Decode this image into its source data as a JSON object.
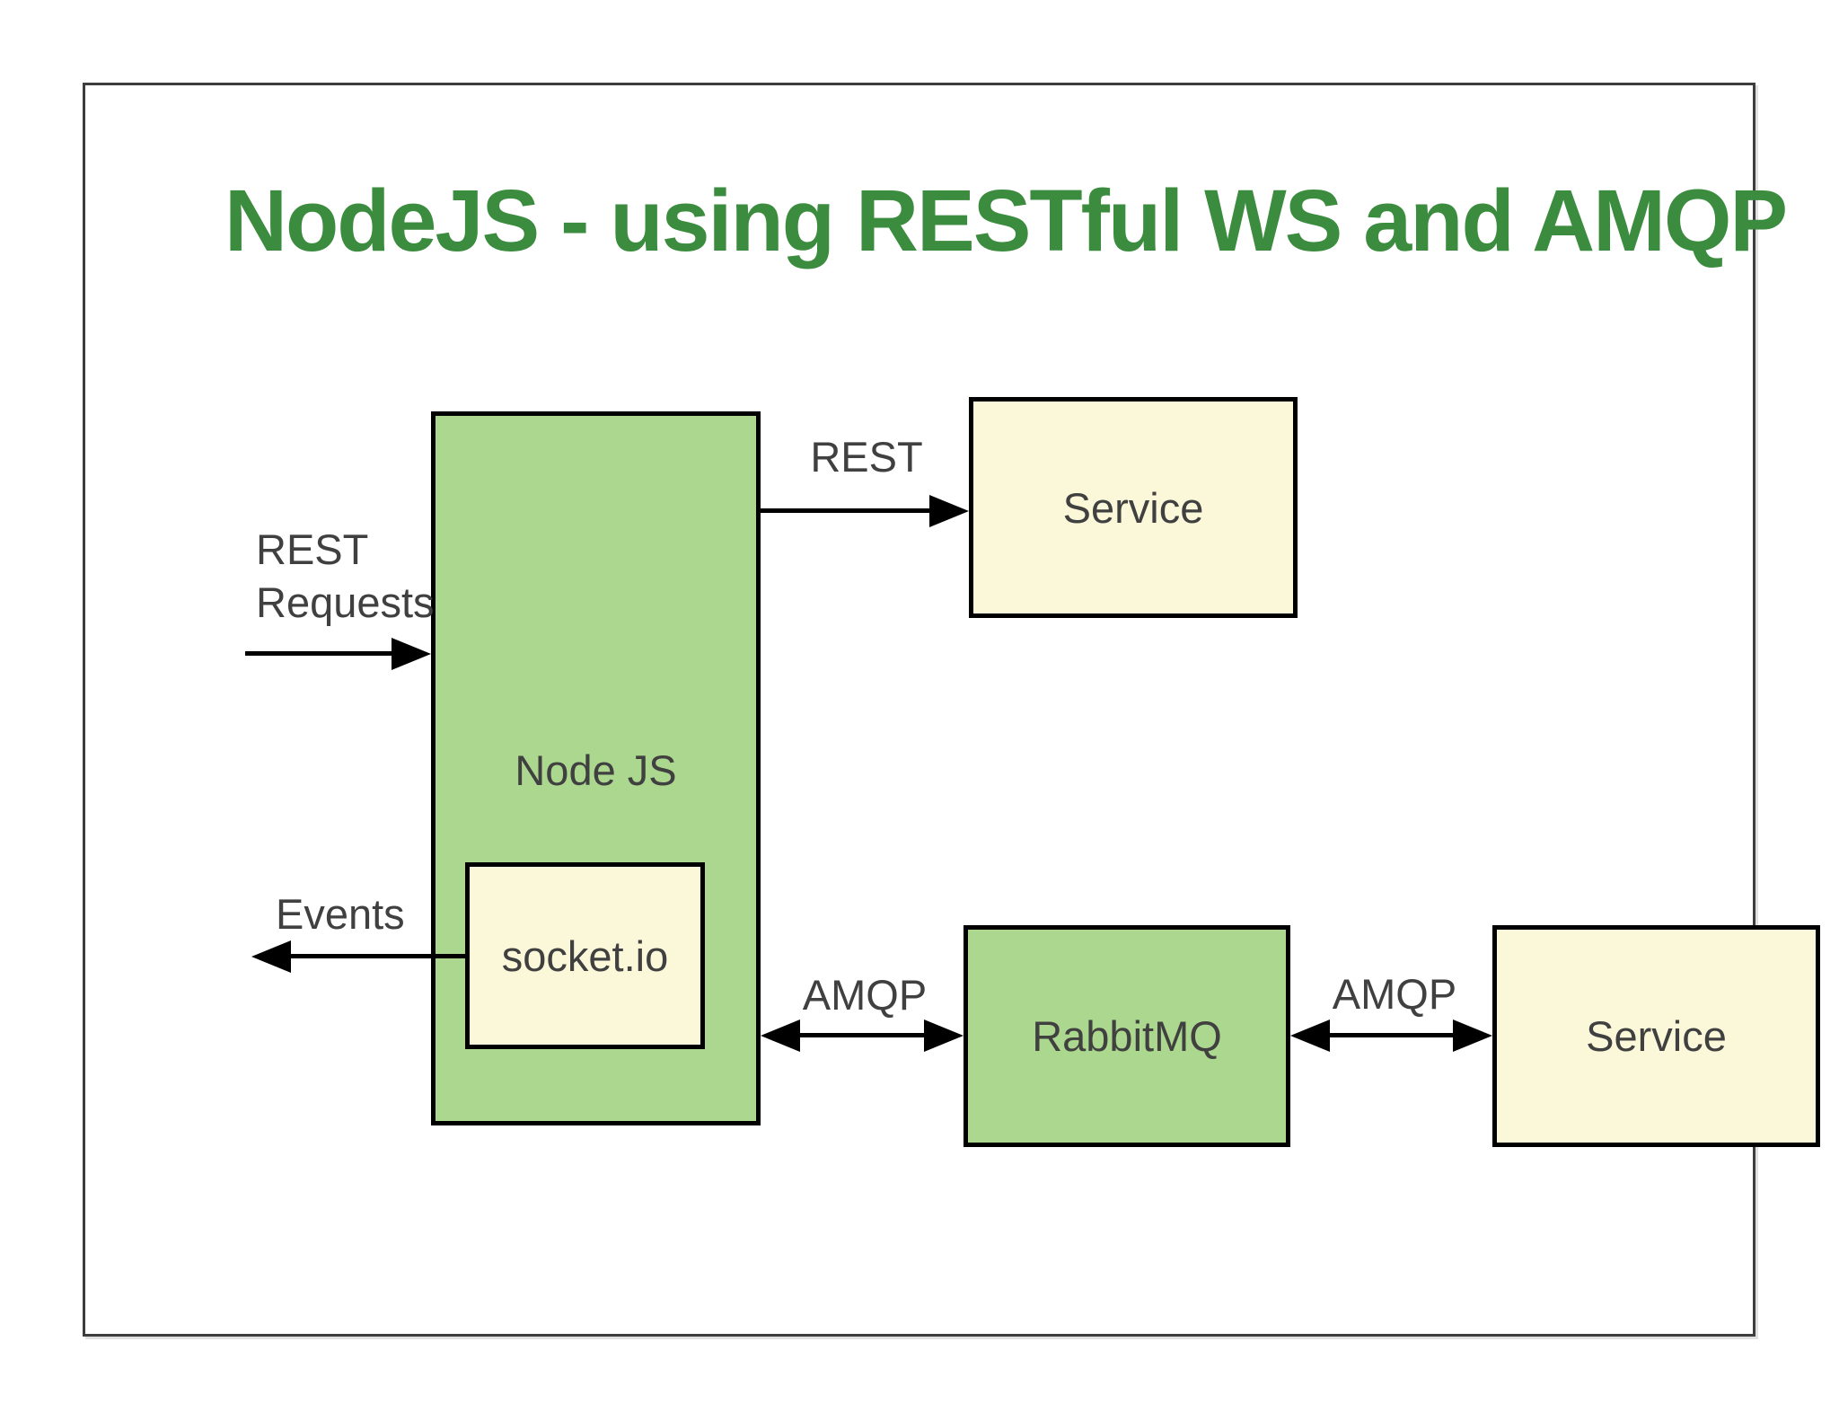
{
  "title": "NodeJS - using RESTful WS and AMQP",
  "colors": {
    "title_green": "#3b8c3e",
    "box_green": "#abd78e",
    "box_cream": "#fbf8da",
    "line_black": "#000000",
    "text_gray": "#404040",
    "frame_gray": "#3d3d3d"
  },
  "nodes": {
    "nodejs": {
      "label": "Node JS"
    },
    "socketio": {
      "label": "socket.io"
    },
    "service_top": {
      "label": "Service"
    },
    "rabbitmq": {
      "label": "RabbitMQ"
    },
    "service_right": {
      "label": "Service"
    }
  },
  "edges": {
    "rest_requests": {
      "label_line1": "REST",
      "label_line2": "Requests",
      "direction": "into-nodejs"
    },
    "rest": {
      "label": "REST",
      "direction": "nodejs-to-service"
    },
    "events": {
      "label": "Events",
      "direction": "out-of-socketio"
    },
    "amqp_left": {
      "label": "AMQP",
      "direction": "bidirectional"
    },
    "amqp_right": {
      "label": "AMQP",
      "direction": "bidirectional"
    }
  }
}
